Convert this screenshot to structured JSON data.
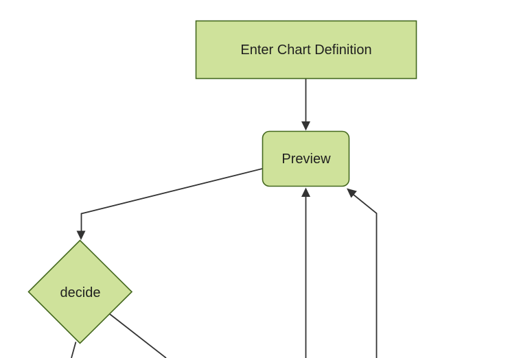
{
  "diagram": {
    "type": "flowchart",
    "direction": "top-down",
    "nodes": [
      {
        "id": "A",
        "label": "Enter Chart Definition",
        "shape": "rectangle"
      },
      {
        "id": "B",
        "label": "Preview",
        "shape": "rounded-rectangle"
      },
      {
        "id": "C",
        "label": "decide",
        "shape": "diamond"
      }
    ],
    "edges": [
      {
        "from": "A",
        "to": "B",
        "arrow": true
      },
      {
        "from": "B",
        "to": "C",
        "arrow": true
      },
      {
        "from": "offscreen-bottom-center",
        "to": "B",
        "arrow": true
      },
      {
        "from": "offscreen-bottom-right",
        "to": "B",
        "arrow": true
      },
      {
        "from": "C",
        "to": "offscreen-bottom-left",
        "arrow": false,
        "note": "cut off at bottom edge"
      },
      {
        "from": "C",
        "to": "offscreen-bottom-right",
        "arrow": false,
        "note": "cut off at bottom edge"
      }
    ]
  },
  "theme": {
    "node_fill": "#cfe29b",
    "node_border": "#44681e",
    "edge_color": "#333333",
    "text_color": "#1f1f1f",
    "background": "#ffffff"
  }
}
